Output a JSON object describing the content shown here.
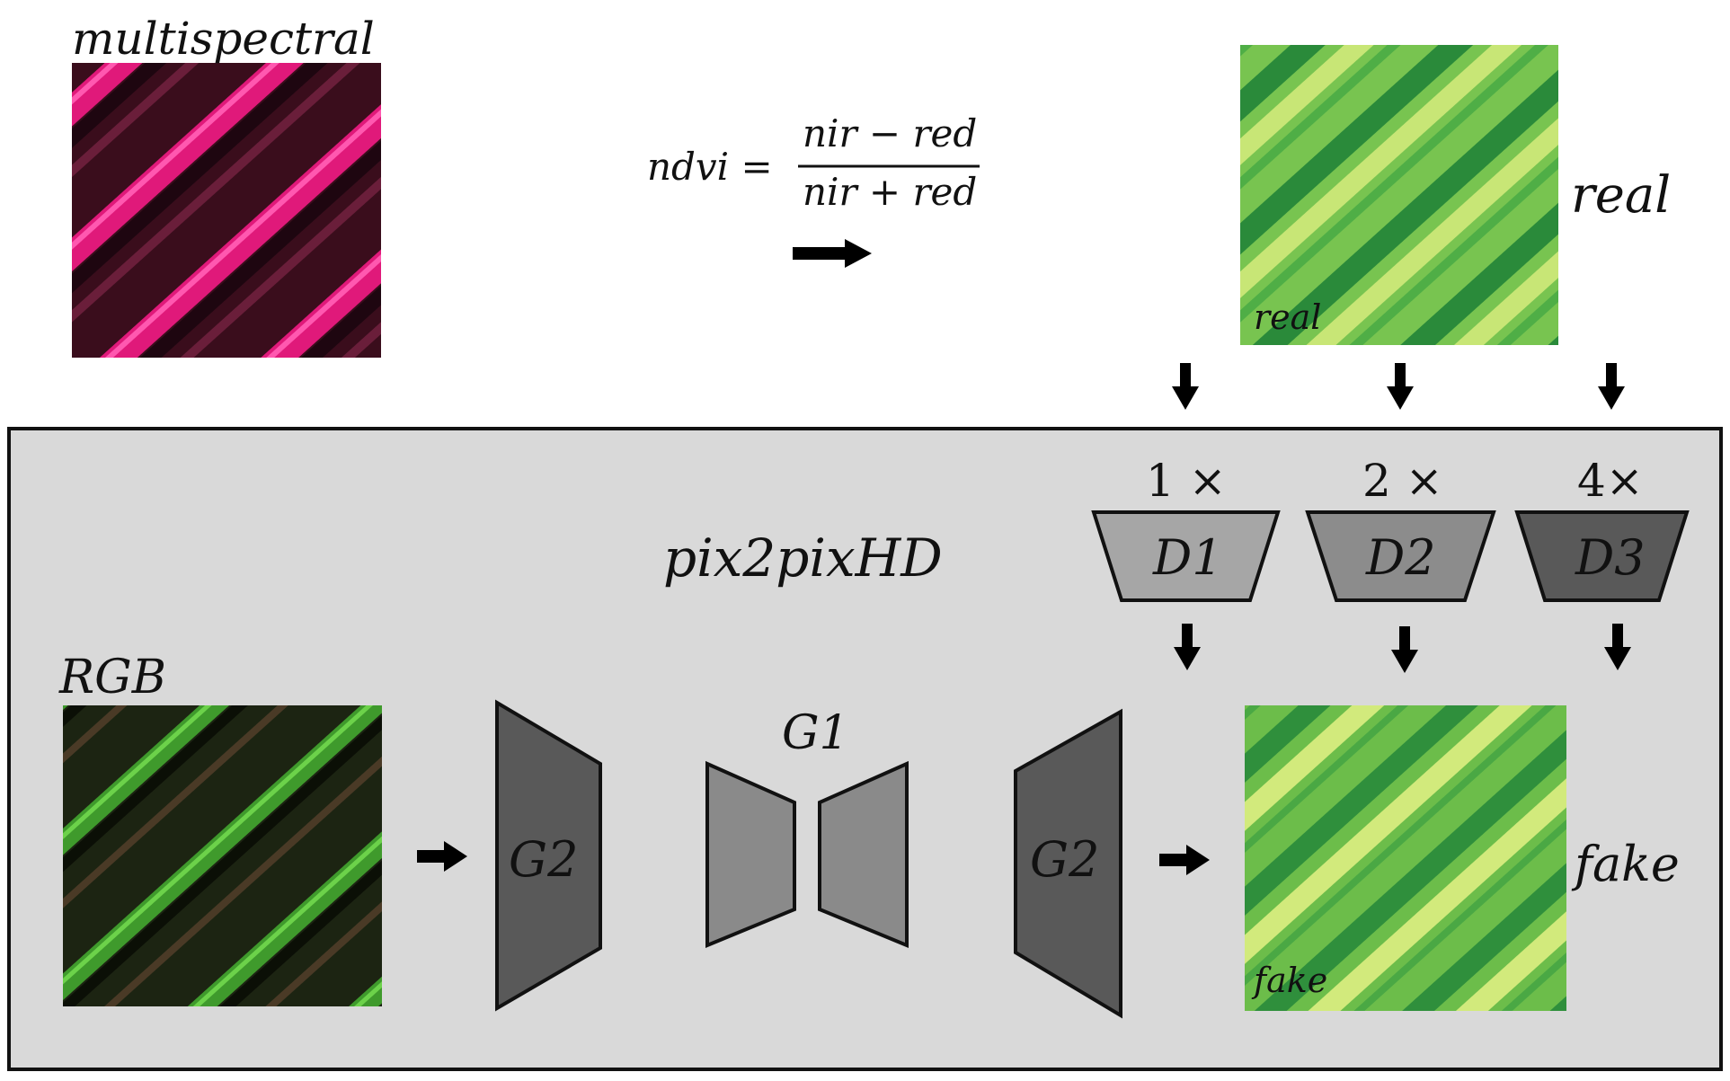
{
  "labels": {
    "multispectral": "multispectral",
    "real_side": "real",
    "real_inner": "real",
    "pix2pixhd": "pix2pixHD",
    "rgb": "RGB",
    "g1": "G1",
    "g2_left": "G2",
    "g2_right": "G2",
    "fake_side": "fake",
    "fake_inner": "fake"
  },
  "formula": {
    "lhs": "ndvi =",
    "numerator": "nir − red",
    "denominator": "nir + red"
  },
  "discriminators": [
    {
      "scale": "1 ×",
      "name": "D1",
      "color": "#a6a6a6"
    },
    {
      "scale": "2 ×",
      "name": "D2",
      "color": "#8c8c8c"
    },
    {
      "scale": "4×",
      "name": "D3",
      "color": "#595959"
    }
  ],
  "colors": {
    "panel_bg": "#d9d9d9",
    "generator_outer": "#595959",
    "generator_inner": "#8a8a8a",
    "multispectral_pink": "#e0197a",
    "ndvi_green": "#3aa33a",
    "rgb_green": "#3f9a2c"
  }
}
